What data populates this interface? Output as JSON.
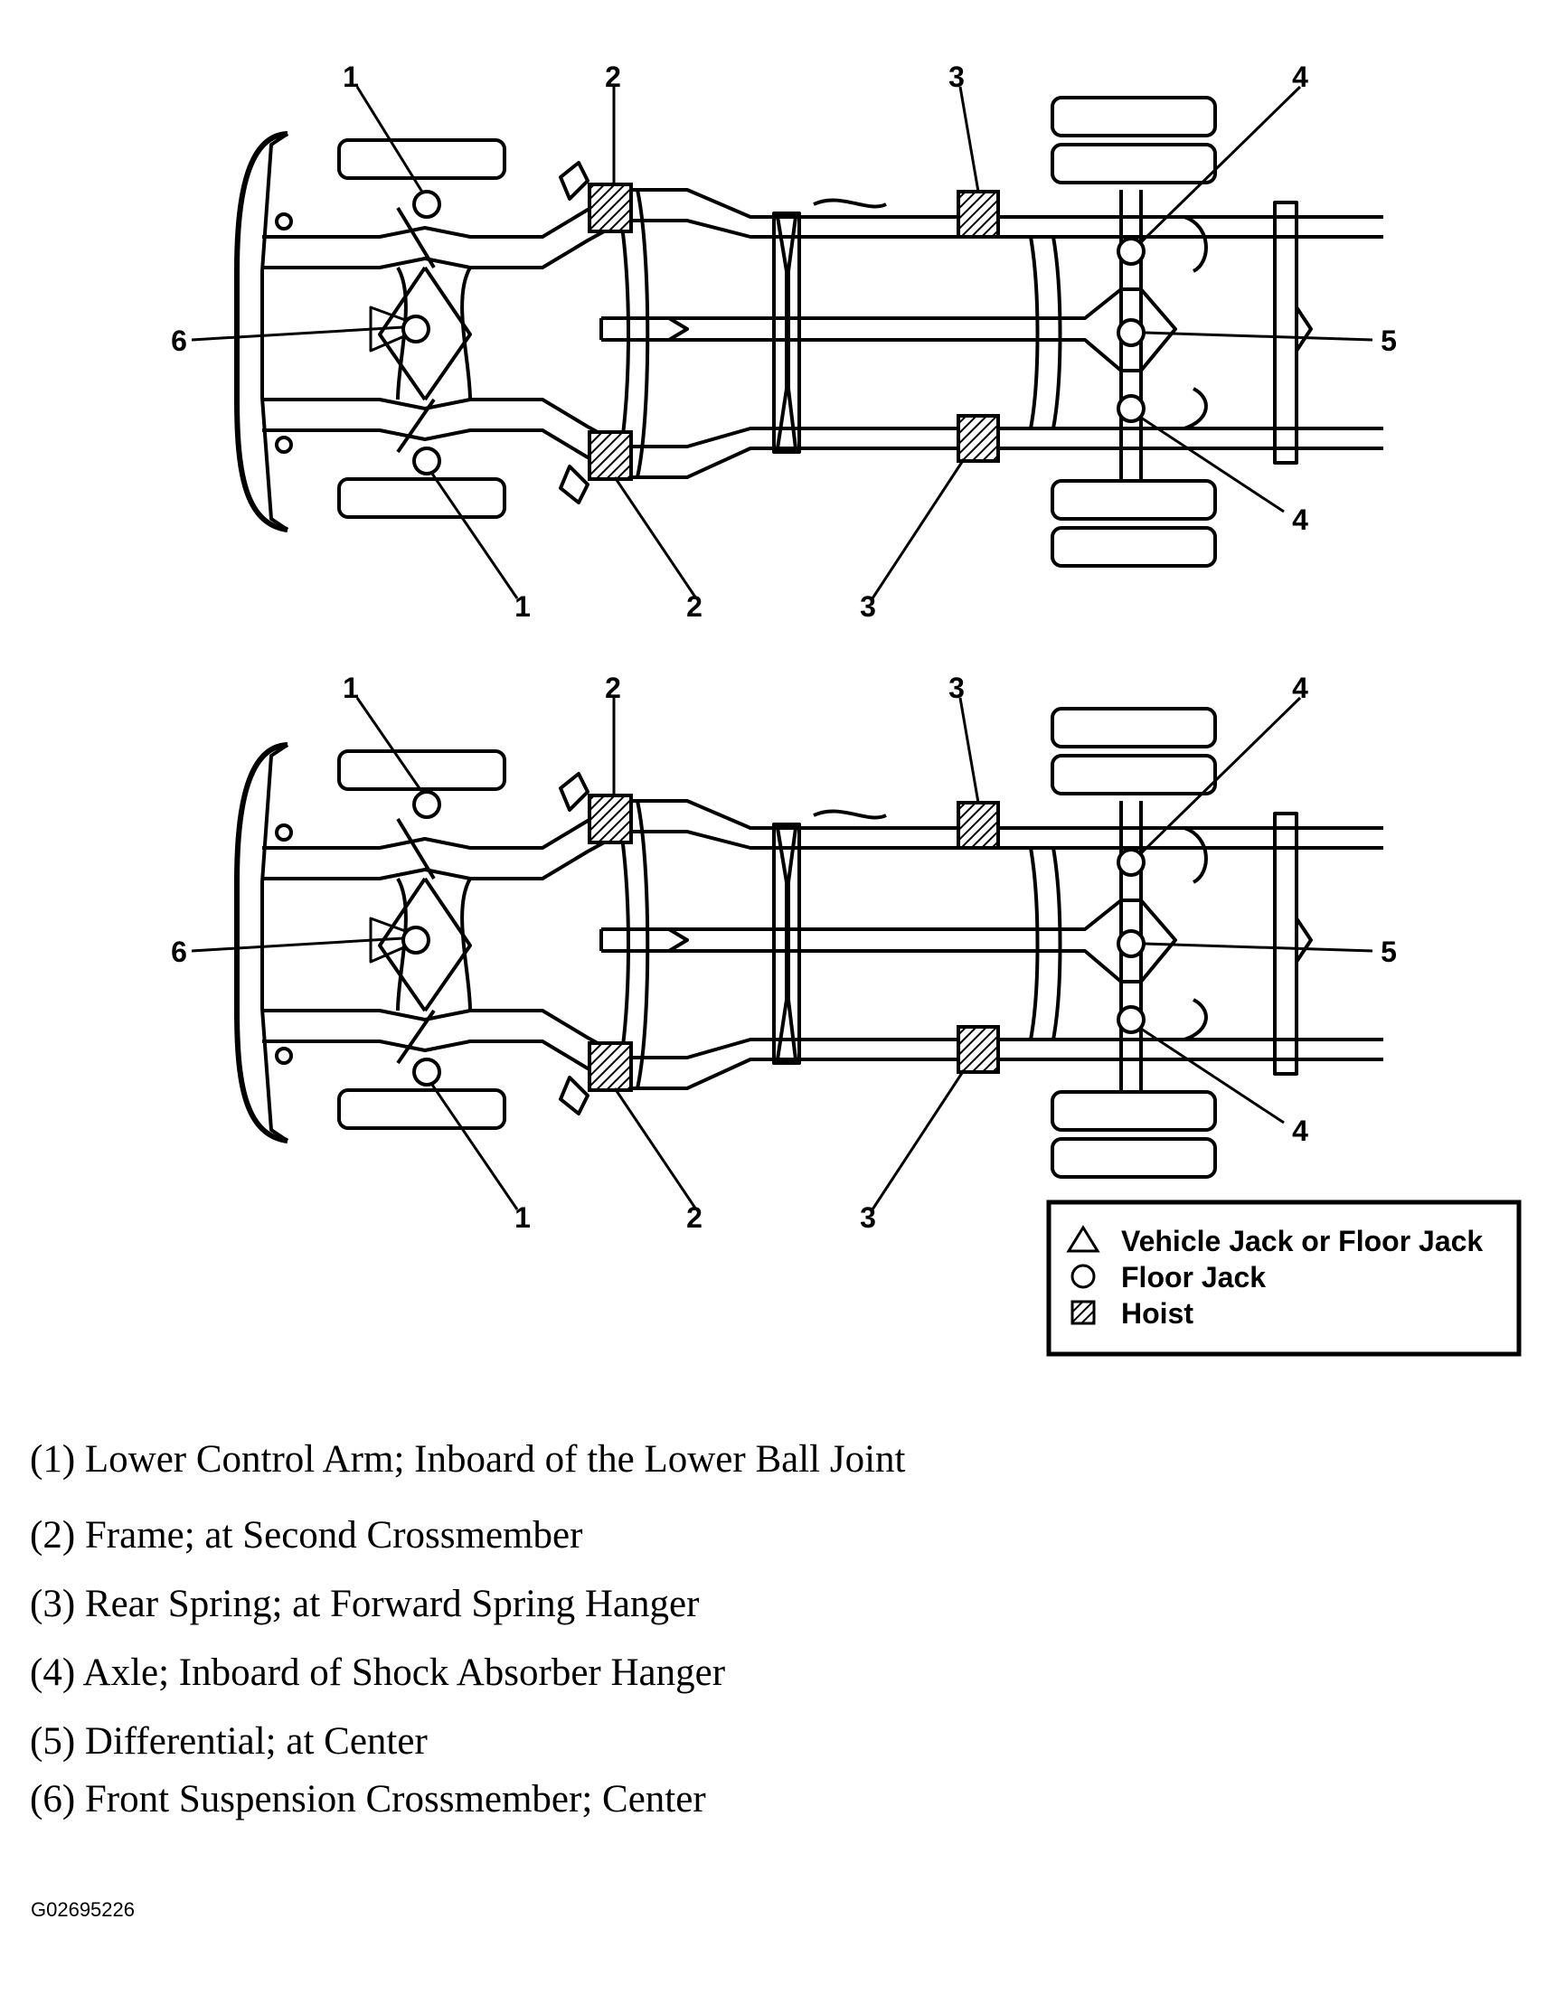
{
  "diagram": {
    "callouts": [
      "1",
      "2",
      "3",
      "4",
      "5",
      "6"
    ]
  },
  "legend": {
    "items": [
      {
        "icon": "triangle-icon",
        "label": "Vehicle Jack or Floor Jack"
      },
      {
        "icon": "circle-icon",
        "label": "Floor Jack"
      },
      {
        "icon": "hatched-square-icon",
        "label": "Hoist"
      }
    ]
  },
  "captions": [
    "(1) Lower Control Arm; Inboard of the Lower Ball Joint",
    "(2) Frame; at Second Crossmember",
    "(3) Rear Spring; at Forward Spring Hanger",
    "(4) Axle; Inboard of Shock Absorber Hanger",
    "(5) Differential; at Center",
    "(6) Front Suspension Crossmember; Center"
  ],
  "figure_id": "G02695226"
}
